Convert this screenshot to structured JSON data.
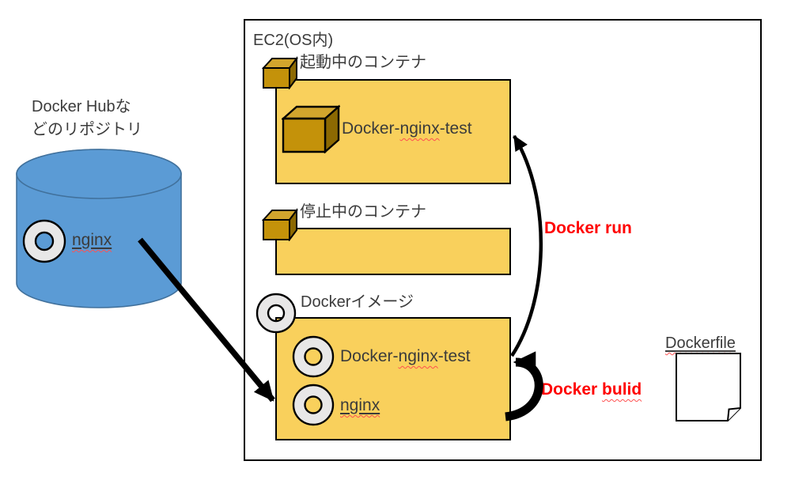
{
  "repository": {
    "label_line1": "Docker Hubな",
    "label_line2": "どのリポジトリ",
    "image_name": "nginx"
  },
  "ec2": {
    "title": "EC2(OS内)",
    "running_container": {
      "label": "起動中のコンテナ",
      "name_prefix": "Docker-",
      "name_flagged": "nginx",
      "name_suffix": "-test"
    },
    "stopped_container": {
      "label": "停止中のコンテナ"
    },
    "images": {
      "label": "Dockerイメージ",
      "image1_prefix": "Docker-",
      "image1_flagged": "nginx",
      "image1_suffix": "-test",
      "image2": "nginx"
    }
  },
  "dockerfile": {
    "label": "Dockerfile"
  },
  "commands": {
    "run": "Docker run",
    "build_prefix": "Docker ",
    "build_flagged": "bulid"
  },
  "icons": {
    "repository_icon": "database-cylinder",
    "container_icon": "cube-3d",
    "image_icon": "ring-donut",
    "dockerfile_icon": "document-folded-corner",
    "arrow_icons": [
      "pull-arrow",
      "run-curved-arrow",
      "build-loop-arrow"
    ]
  },
  "colors": {
    "box_fill": "#F9D05C",
    "outline": "#000000",
    "cylinder_fill": "#5B9BD5",
    "cylinder_border": "#41719C",
    "cube_front": "#C4920A",
    "cube_top": "#D2A52D",
    "cube_side": "#8C6902",
    "ring_fill": "#E8E7E7",
    "accent_red": "#FF0000",
    "text": "#3B3B3B",
    "wavy": "#FF5050"
  }
}
